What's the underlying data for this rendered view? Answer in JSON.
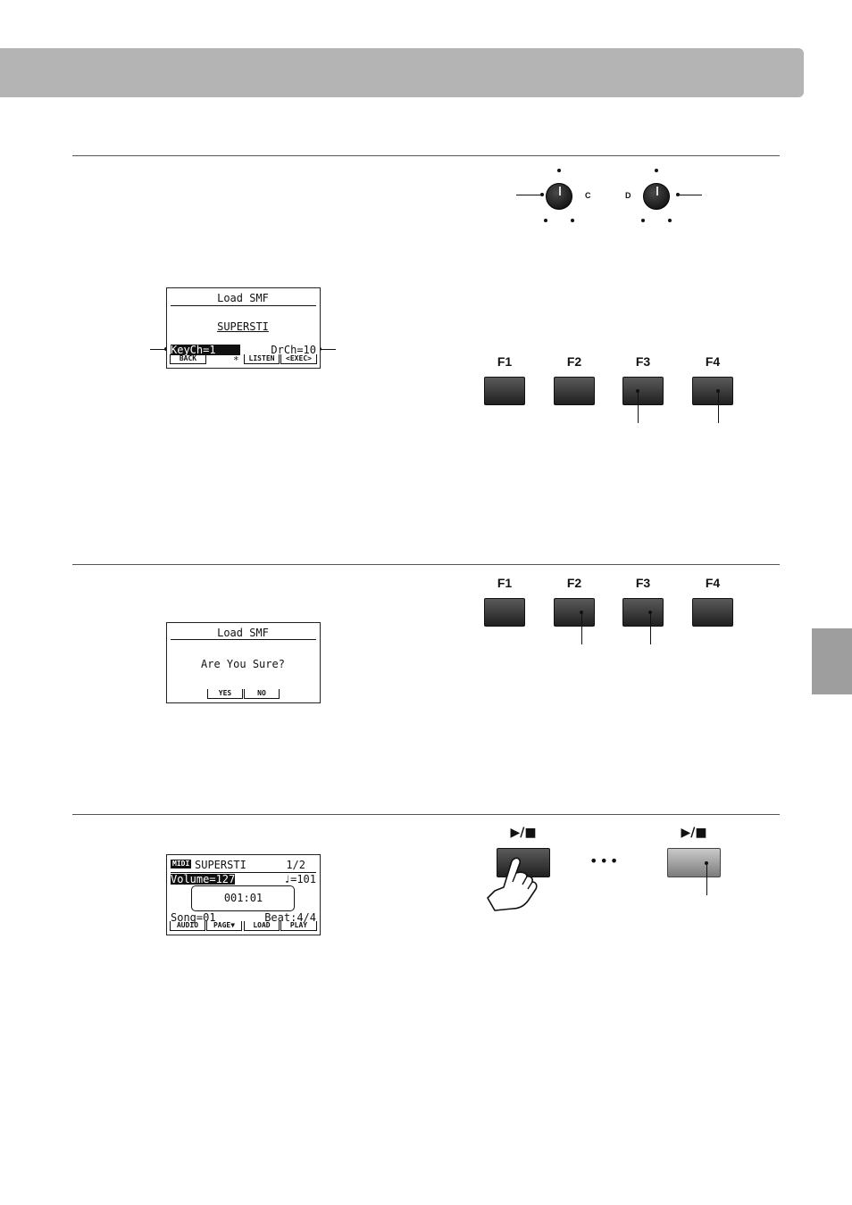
{
  "colors": {
    "header_bar": "#b3b4b3",
    "side_tab": "#9d9e9d",
    "key_dark": "#2a2a2a",
    "key_light": "#9a9a9a"
  },
  "knobs": {
    "left_letter": "C",
    "right_letter": "D"
  },
  "screen1": {
    "title": "Load SMF",
    "filename": "SUPERSTI",
    "key_channel": "KeyCh=1",
    "drum_channel": "DrCh=10",
    "asterisk": "*",
    "soft_keys": [
      "BACK",
      "LISTEN",
      "<EXEC>"
    ]
  },
  "fkeys1": [
    "F1",
    "F2",
    "F3",
    "F4"
  ],
  "screen2": {
    "title": "Load SMF",
    "message": "Are You Sure?",
    "soft_keys": [
      "YES",
      "NO"
    ]
  },
  "fkeys2": [
    "F1",
    "F2",
    "F3",
    "F4"
  ],
  "screen3": {
    "badge": "MIDI",
    "song_name": "SUPERSTI",
    "page": "1/2",
    "volume": "Volume=127",
    "tempo": "♩=101",
    "position": "001:01",
    "song": "Song=01",
    "beat": "Beat:4/4",
    "soft_keys": [
      "AUDIO",
      "PAGE▼",
      "LOAD",
      "PLAY"
    ]
  },
  "play_stop": {
    "label_1": "▶/■",
    "label_2": "▶/■",
    "ellipsis": "•••"
  }
}
